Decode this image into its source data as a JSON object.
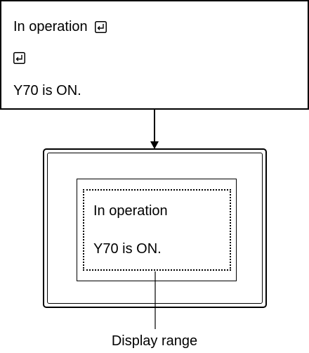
{
  "message": {
    "line1": "In operation",
    "line3": "Y70 is ON.",
    "line_end_icon": "enter-return-icon"
  },
  "display": {
    "line1": "In operation",
    "line2": "Y70 is ON."
  },
  "caption": "Display range"
}
